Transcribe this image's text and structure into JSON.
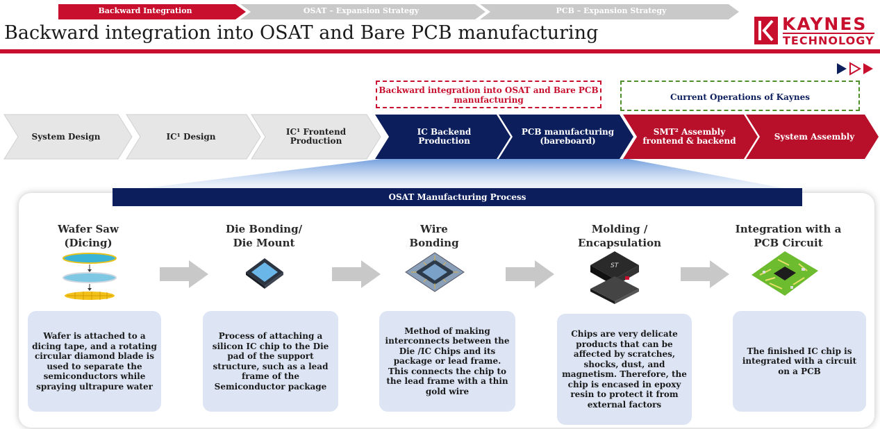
{
  "top_nav": {
    "tabs": [
      "Backward Integration",
      "OSAT – Expansion Strategy",
      "PCB – Expansion Strategy"
    ],
    "active_color": "#c8102e",
    "inactive_color": "#c9c9c9"
  },
  "page_title": "Backward integration into OSAT and Bare PCB manufacturing",
  "logo": {
    "line1": "KAYNES",
    "line2": "TECHNOLOGY",
    "brand_color": "#c8102e"
  },
  "callouts": {
    "backward": "Backward integration into OSAT and Bare PCB manufacturing",
    "current": "Current  Operations of Kaynes"
  },
  "value_chain": [
    {
      "label": "System Design",
      "group": "grey"
    },
    {
      "label": "IC¹ Design",
      "group": "grey"
    },
    {
      "label": "IC¹ Frontend Production",
      "group": "grey"
    },
    {
      "label": "IC Backend Production",
      "group": "navy"
    },
    {
      "label": "PCB manufacturing (bareboard)",
      "group": "navy"
    },
    {
      "label": "SMT² Assembly frontend & backend",
      "group": "red"
    },
    {
      "label": "System Assembly",
      "group": "red"
    }
  ],
  "osat": {
    "title": "OSAT Manufacturing Process",
    "steps": [
      {
        "title": "Wafer Saw (Dicing)",
        "desc": "Wafer is attached to a dicing tape, and a rotating circular diamond blade is used to separate the semiconductors while spraying ultrapure water",
        "icon": "wafer-dicing-icon"
      },
      {
        "title": "Die Bonding/ Die Mount",
        "desc": "Process of attaching a silicon IC chip to the Die pad of the support structure, such as a lead frame of the Semiconductor package",
        "icon": "die-mount-icon"
      },
      {
        "title": "Wire Bonding",
        "desc": "Method of making interconnects between the Die /IC Chips and its package or lead frame. This connects the chip to the lead frame with a thin gold wire",
        "icon": "wire-bonding-icon"
      },
      {
        "title": "Molding / Encapsulation",
        "desc": "Chips are very delicate products that can be affected by scratches, shocks, dust, and magnetism. Therefore, the chip is encased in epoxy resin to protect it from external factors",
        "icon": "encapsulated-chip-icon"
      },
      {
        "title": "Integration with a PCB Circuit",
        "desc": "The finished IC chip is integrated with a circuit on a PCB",
        "icon": "pcb-circuit-icon"
      }
    ]
  }
}
